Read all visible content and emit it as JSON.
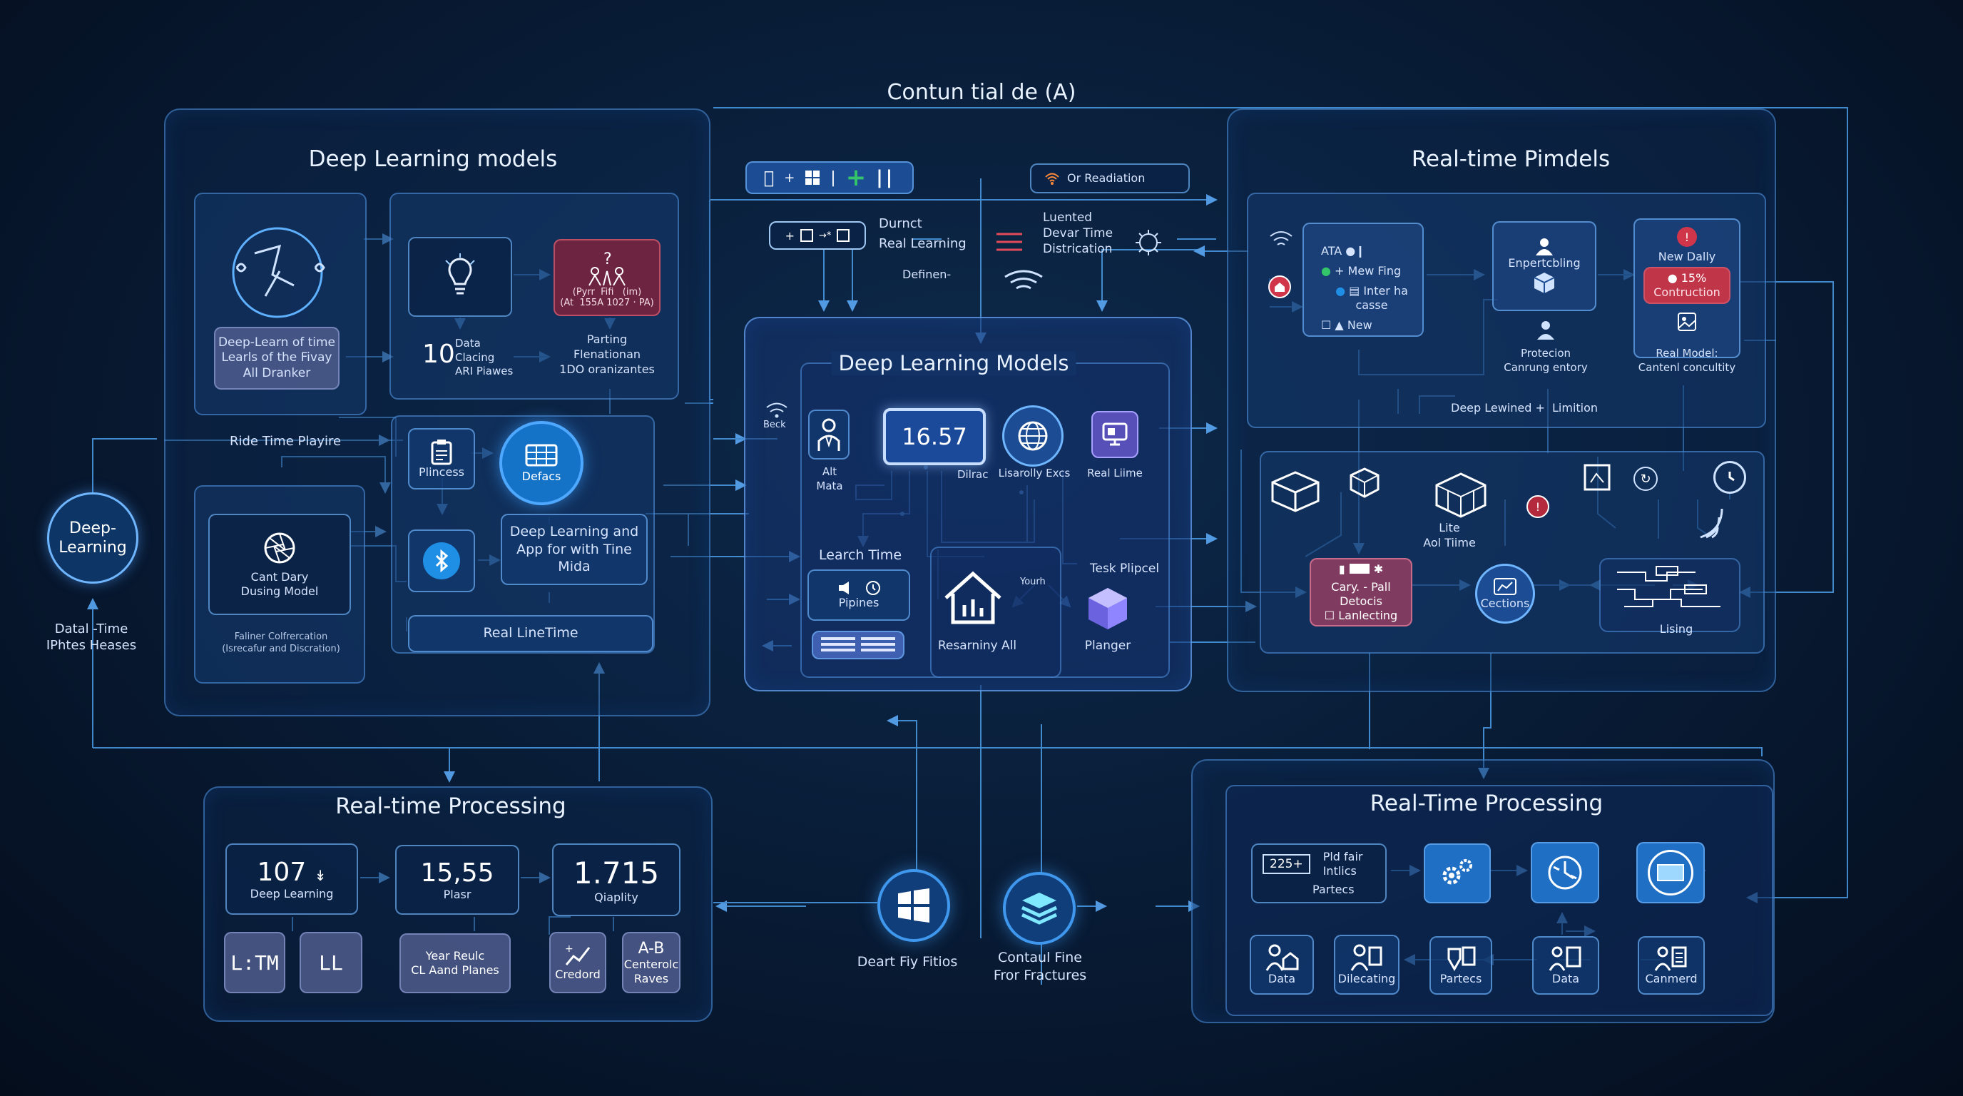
{
  "top_title": "Contun tial de (A)",
  "left_node": {
    "label": "Deep-\nLearning",
    "caption": "Datal -Time\nIPhtes Heases"
  },
  "dl_left": {
    "title": "Deep Learning models",
    "card1_text": "Deep-Learn of time\nLearls of the Fivay\nAll Dranker",
    "data_num": "10",
    "data_text": "Data\nClacing\nARI Piawes",
    "card_red_text": "(Pyrr  Fifi   (im)\n(At  155A 1027 · PA)",
    "parting_text": "Parting\nFlenationan\n1DO oranizantes",
    "ride_label": "Ride Time Playire",
    "plincess": "Plincess",
    "defacs": "Defacs",
    "dl_app": "Deep Learning and\nApp for with Tine\nMida",
    "cant_dary": "Cant Dary\nDusing Model",
    "real_line": "Real LineTime",
    "faliner": "Faliner Colfrercation\n(Isrecafur and Discration)"
  },
  "center": {
    "toolbar_right": "Or Readiation",
    "durnct": "Durnct",
    "real_learning": "Real Learning",
    "definen": "Definen‑",
    "luented": "Luented\nDevar Time\nDistrication",
    "panel_title": "Deep Learning Models",
    "back": "Beck",
    "display_value": "16.57",
    "dilrac": "Dilrac",
    "lisarolly": "Lisarolly Excs",
    "real_liime": "Real Liime",
    "alt_mata": "Alt\nMata",
    "learch_time": "Learch Time",
    "pipines": "Pipines",
    "youth": "Yourh",
    "tesk": "Tesk Plipcel",
    "resarniny": "Resarniny All",
    "planger": "Planger"
  },
  "rt_right": {
    "title": "Real-time Pimdels",
    "ata": "ATA",
    "mew_fing": "Mew Fing",
    "inter": "Inter ha casse",
    "new": "New",
    "enpertcbling": "Enpertcbling",
    "protecion": "Protecion\nCanrung entory",
    "new_daily": "New Dally",
    "pct": "15%",
    "contruction": "Contruction",
    "real_model": "Real Model:\nCantenl concultity",
    "deep_lewined": "Deep Lewined +",
    "limition": "Limition",
    "lite": "Lite\nAol Tiime",
    "cary": "Cary. - Pall Detocis",
    "lanlecting": "Lanlecting",
    "cections": "Cections",
    "lising": "Lising"
  },
  "rtp_left": {
    "title": "Real-time Processing",
    "num1": "107",
    "num1_sub": "Deep Learning",
    "num2": "15,55",
    "num2_sub": "Plasr",
    "num3": "1.715",
    "num3_sub": "Qiaplity",
    "b1": "L:TM",
    "b2": "LL",
    "b3": "Year Reulc\nCL Aand Planes",
    "b4": "Credord",
    "b5": "Centerolc\nRaves"
  },
  "center_bottom": {
    "win_label": "Deart Fiy Fitios",
    "stack_label": "Contaul Fine\nFror Fractures"
  },
  "rtp_right": {
    "title": "Real-Time Processing",
    "val": "225+",
    "pid": "Pld fair\nIntlics",
    "partecs": "Partecs",
    "d1": "Data",
    "d2": "Dilecating",
    "d3": "Partecs",
    "d4": "Data",
    "d5": "Canmerd"
  },
  "colors": {
    "accent": "#1f8fe6",
    "red": "#d0354a",
    "green": "#34c46a"
  }
}
